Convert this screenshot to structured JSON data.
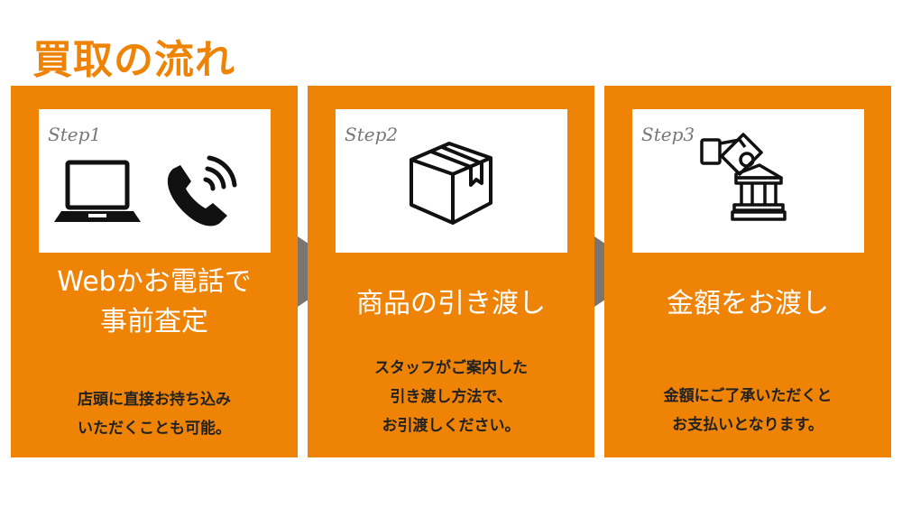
{
  "title": "買取の流れ",
  "colors": {
    "accent": "#EE8306",
    "arrow": "#7b7570"
  },
  "steps": [
    {
      "step": "Step1",
      "icons": [
        "laptop-icon",
        "phone-icon"
      ],
      "heading": [
        "Webかお電話で",
        "事前査定"
      ],
      "description": [
        "店頭に直接お持ち込み",
        "いただくことも可能。"
      ]
    },
    {
      "step": "Step2",
      "icons": [
        "box-icon"
      ],
      "heading": [
        "商品の引き渡し"
      ],
      "description": [
        "スタッフがご案内した",
        "引き渡し方法で、",
        "お引渡しください。"
      ]
    },
    {
      "step": "Step3",
      "icons": [
        "money-bank-icon"
      ],
      "heading": [
        "金額をお渡し"
      ],
      "description": [
        "金額にご了承いただくと",
        "お支払いとなります。"
      ]
    }
  ]
}
